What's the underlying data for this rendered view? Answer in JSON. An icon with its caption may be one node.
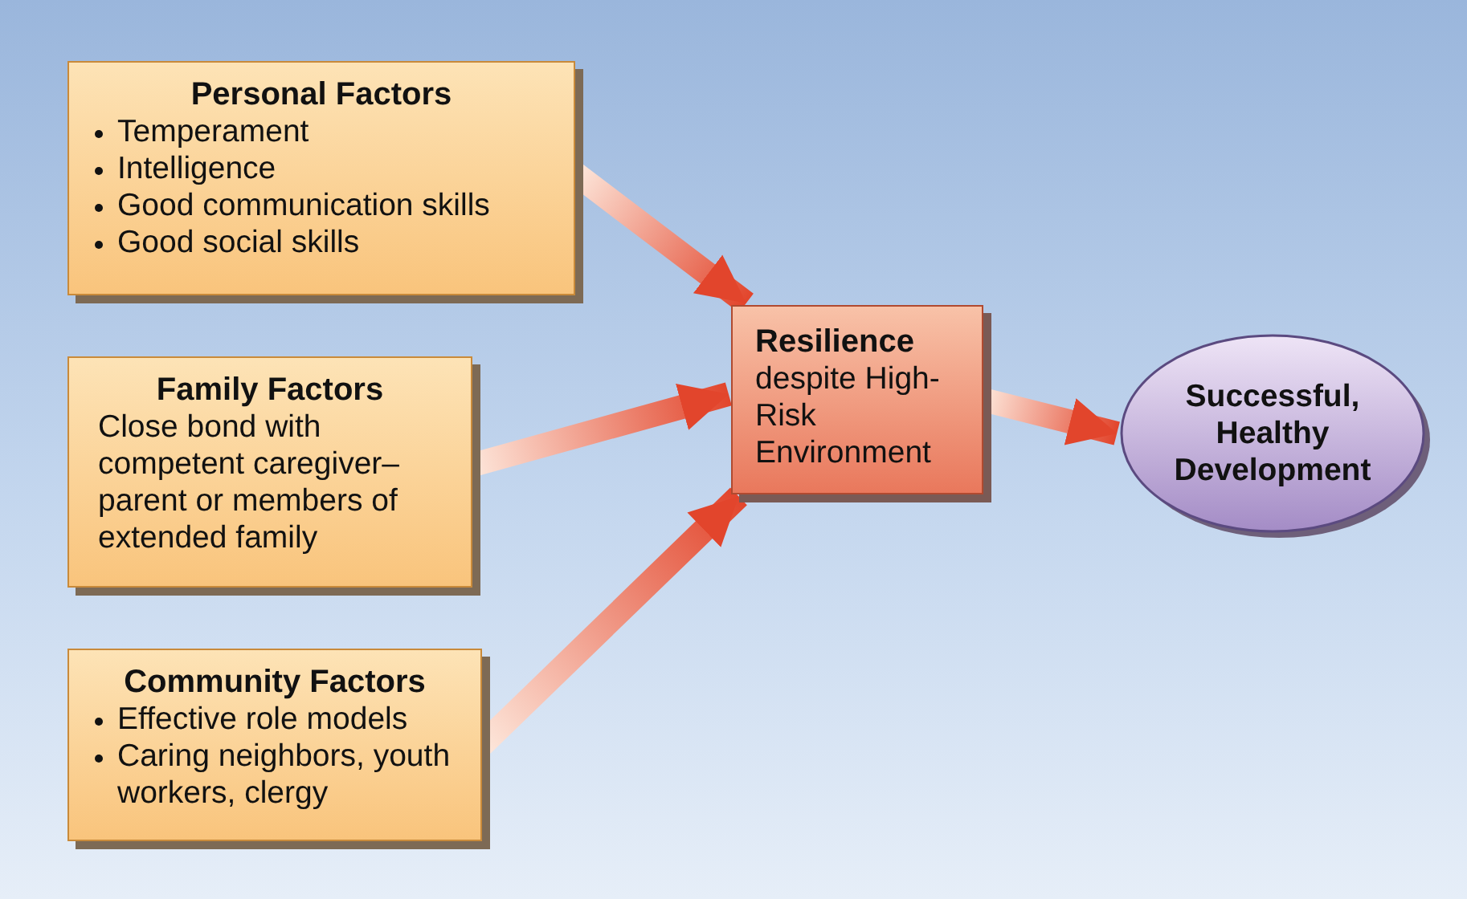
{
  "diagram": {
    "nodes": [
      {
        "text": [
          "Personal Factors",
          "Temperament",
          "Intelligence",
          "Good communication skills",
          "Good social skills"
        ]
      },
      {
        "text": [
          "Family Factors",
          "Close bond with competent caregiver– parent or members of extended family"
        ]
      },
      {
        "text": [
          "Community Factors",
          "Effective role models",
          "Caring neighbors, youth workers, clergy"
        ]
      },
      {
        "text": [
          "Resilience",
          "despite High-Risk Environment"
        ]
      },
      {
        "text": [
          "Successful, Healthy Development"
        ]
      }
    ],
    "edges": [
      {
        "from": 0,
        "to": 3,
        "arrow": "to",
        "style": "thick"
      },
      {
        "from": 1,
        "to": 3,
        "arrow": "to",
        "style": "thick"
      },
      {
        "from": 2,
        "to": 3,
        "arrow": "to",
        "style": "thick"
      },
      {
        "from": 3,
        "to": 4,
        "arrow": "to",
        "style": "thick"
      }
    ]
  }
}
